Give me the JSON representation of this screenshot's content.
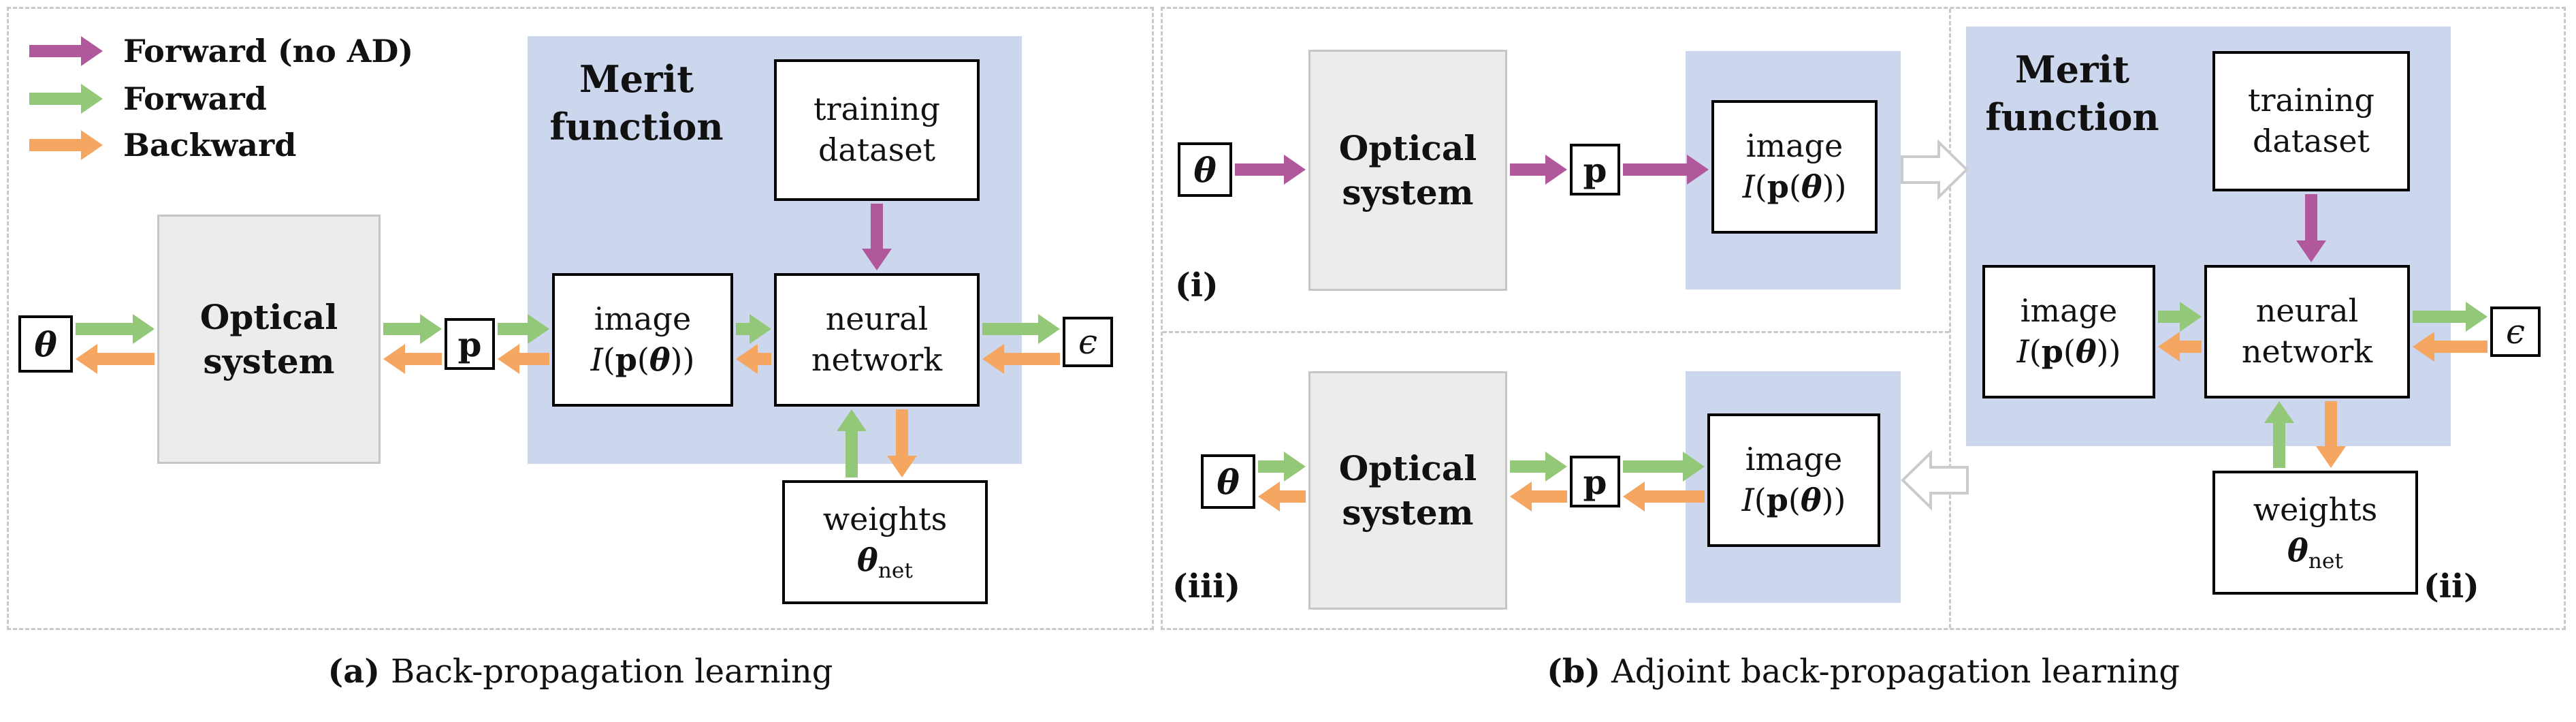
{
  "figure": {
    "captions": {
      "a_tag": "(a)",
      "a_text": "Back-propagation learning",
      "b_tag": "(b)",
      "b_text": "Adjoint back-propagation learning"
    }
  },
  "legend": {
    "forward_no_ad": "Forward (no AD)",
    "forward": "Forward",
    "backward": "Backward"
  },
  "labels": {
    "theta": "θ",
    "p": "p",
    "epsilon": "ϵ",
    "optical_l1": "Optical",
    "optical_l2": "system",
    "merit_l1": "Merit",
    "merit_l2": "function",
    "training_l1": "training",
    "training_l2": "dataset",
    "image_l1": "image",
    "formula": {
      "I": "I",
      "open": "(",
      "p": "p",
      "theta": "θ",
      "close": ")"
    },
    "neural_l1": "neural",
    "neural_l2": "network",
    "weights_l1": "weights",
    "weights_theta": "θ",
    "weights_sub": "net"
  },
  "sub_labels": {
    "i": "(i)",
    "ii": "(ii)",
    "iii": "(iii)"
  },
  "colors": {
    "purple": "#b1589c",
    "green": "#93c878",
    "orange": "#f5a661",
    "region": "#ccd6ec",
    "graybox": "#ececec",
    "dashed": "#c9c9c9",
    "hollow": "#cbcbcb"
  }
}
